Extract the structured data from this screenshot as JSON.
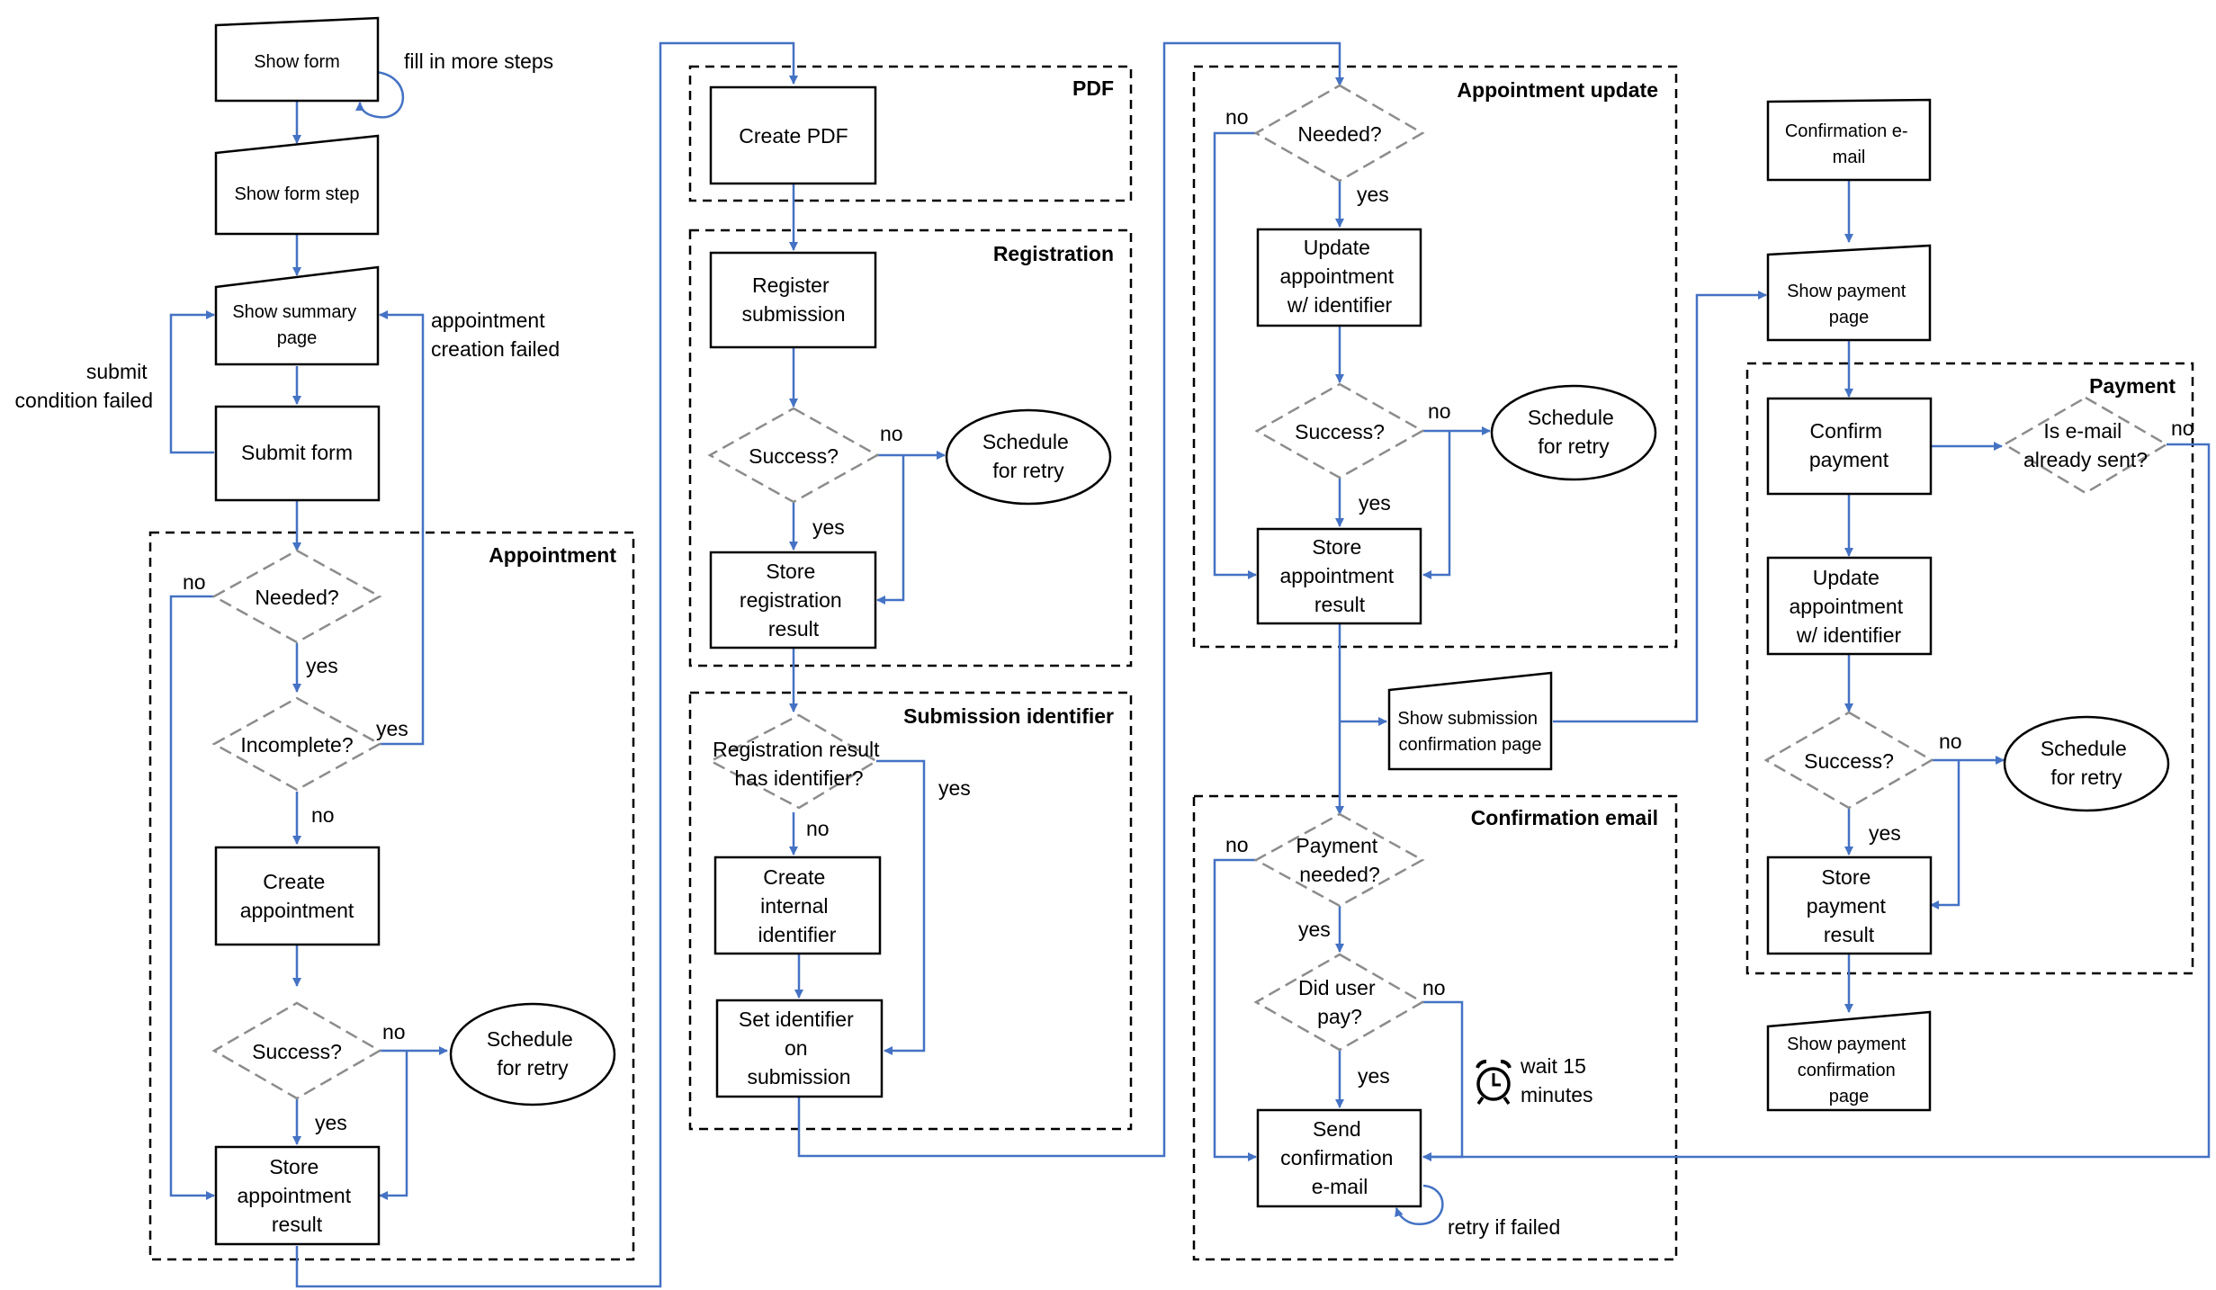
{
  "diagram": {
    "colors": {
      "edge": "#4472c4",
      "node_border": "#000000",
      "decision_border": "#8c8c8c"
    },
    "groups": {
      "appointment": "Appointment",
      "pdf": "PDF",
      "registration": "Registration",
      "submission_identifier": "Submission identifier",
      "appointment_update": "Appointment update",
      "confirmation_email": "Confirmation email",
      "payment": "Payment"
    },
    "nodes": {
      "show_form": "Show form",
      "show_form_step": "Show form step",
      "show_summary": [
        "Show summary",
        "page"
      ],
      "submit_form": "Submit form",
      "appt_needed": "Needed?",
      "appt_incomplete": "Incomplete?",
      "create_appt": [
        "Create",
        "appointment"
      ],
      "appt_success": "Success?",
      "appt_retry": [
        "Schedule",
        "for retry"
      ],
      "store_appt": [
        "Store",
        "appointment",
        "result"
      ],
      "create_pdf": "Create PDF",
      "register": [
        "Register",
        "submission"
      ],
      "reg_success": "Success?",
      "reg_retry": [
        "Schedule",
        "for retry"
      ],
      "store_reg": [
        "Store",
        "registration",
        "result"
      ],
      "has_id": [
        "Registration result",
        "has identifier?"
      ],
      "create_id": [
        "Create",
        "internal",
        "identifier"
      ],
      "set_id": [
        "Set identifier",
        "on",
        "submission"
      ],
      "upd_needed": "Needed?",
      "update_appt": [
        "Update",
        "appointment",
        "w/ identifier"
      ],
      "upd_success": "Success?",
      "upd_retry": [
        "Schedule",
        "for retry"
      ],
      "store_upd": [
        "Store",
        "appointment",
        "result"
      ],
      "show_sub_conf": [
        "Show submission",
        "confirmation page"
      ],
      "pay_needed": [
        "Payment",
        "needed?"
      ],
      "did_pay": [
        "Did user",
        "pay?"
      ],
      "send_email": [
        "Send",
        "confirmation",
        "e-mail"
      ],
      "conf_email_doc": [
        "Confirmation e-",
        "mail"
      ],
      "show_payment": [
        "Show payment",
        "page"
      ],
      "confirm_payment": [
        "Confirm",
        "payment"
      ],
      "email_sent": [
        "Is e-mail",
        "already sent?"
      ],
      "pay_update_appt": [
        "Update",
        "appointment",
        "w/ identifier"
      ],
      "pay_success": "Success?",
      "pay_retry": [
        "Schedule",
        "for retry"
      ],
      "store_payment": [
        "Store",
        "payment",
        "result"
      ],
      "show_pay_conf": [
        "Show payment",
        "confirmation",
        "page"
      ]
    },
    "labels": {
      "fill_more": "fill in more steps",
      "submit_cond": [
        "submit",
        "condition failed"
      ],
      "appt_creation_failed": [
        "appointment",
        "creation failed"
      ],
      "wait": [
        "wait 15",
        "minutes"
      ],
      "retry_if_failed": "retry if failed",
      "yes": "yes",
      "no": "no"
    }
  }
}
